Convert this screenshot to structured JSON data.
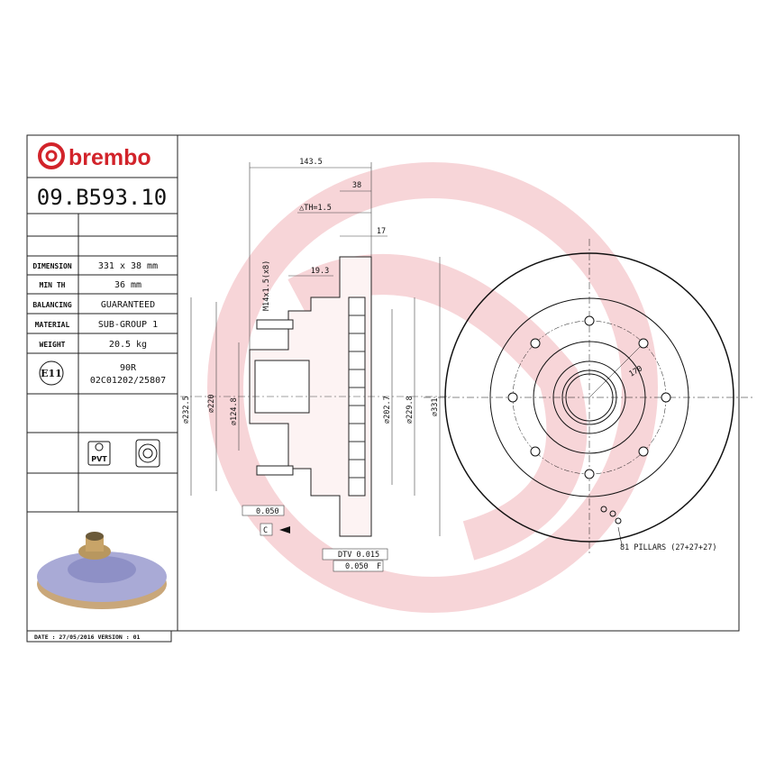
{
  "brand": {
    "name": "brembo",
    "color": "#d2232a",
    "watermark_color": "#f6d6d8"
  },
  "part_number": "09.B593.10",
  "specs": [
    {
      "label": "DIMENSION",
      "value": "331 x 38 mm"
    },
    {
      "label": "MIN TH",
      "value": "36 mm"
    },
    {
      "label": "BALANCING",
      "value": "GUARANTEED"
    },
    {
      "label": "MATERIAL",
      "value": "SUB-GROUP 1"
    },
    {
      "label": "WEIGHT",
      "value": "20.5 kg"
    }
  ],
  "approval": {
    "mark": "E11",
    "code": "90R",
    "number": "02C01202/25807"
  },
  "icons": {
    "pvt": "PVT",
    "bearing": "bearing-icon"
  },
  "footer": "DATE : 27/05/2016 VERSION : 01",
  "dimensions": {
    "overall_width": "143.5",
    "thickness": "38",
    "delta_th": "△TH=1.5",
    "d17": "17",
    "d19_3": "19.3",
    "thread": "M14x1.5(x8)",
    "d232_5": "⌀232.5",
    "d220": "⌀220",
    "d124_8": "⌀124.8",
    "d202_7": "⌀202.7",
    "d229_8": "⌀229.8",
    "d331": "⌀331",
    "pcd": "170",
    "flatness": "0.050",
    "datum_c": "C",
    "dtv": "DTV 0.015",
    "runout": "0.050",
    "datum_f": "F",
    "pillars": "81 PILLARS (27+27+27)"
  }
}
